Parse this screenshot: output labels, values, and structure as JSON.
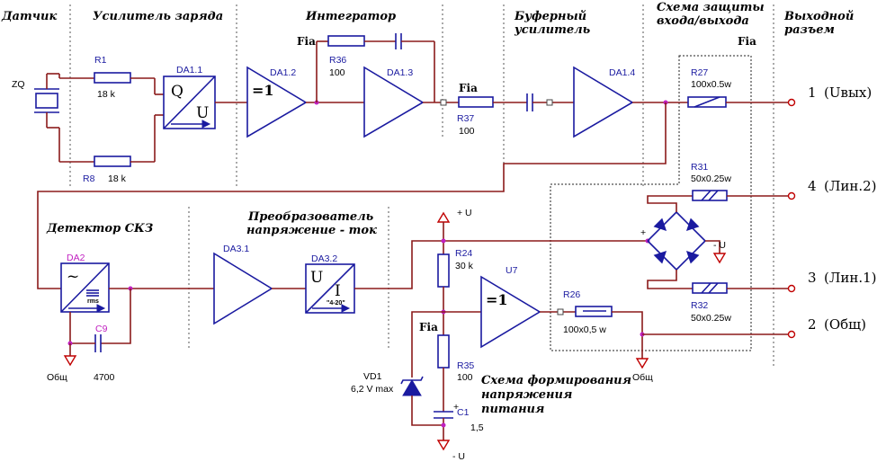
{
  "sections": {
    "sensor": "Датчик",
    "charge_amp": "Усилитель заряда",
    "integrator": "Интегратор",
    "buffer_1": "Буферный",
    "buffer_2": "усилитель",
    "protection_1": "Схема защиты",
    "protection_2": "входа/выхода",
    "connector_1": "Выходной",
    "connector_2": "разъем",
    "detector": "Детектор СКЗ",
    "converter_1": "Преобразователь",
    "converter_2": "напряжение - ток",
    "power_1": "Схема формирования",
    "power_2": "напряжения",
    "power_3": "питания"
  },
  "fia_marks": {
    "integrator": "Fia",
    "buffer": "Fia",
    "protection": "Fia",
    "power": "Fia"
  },
  "components": {
    "zq": "ZQ",
    "r1": "R1",
    "r1_val": "18 k",
    "r8": "R8",
    "r8_val": "18 k",
    "da1_1": "DA1.1",
    "da1_1_in": "Q",
    "da1_1_out": "U",
    "da1_2": "DA1.2",
    "da1_2_sym": "=1",
    "r36": "R36",
    "r36_val": "100",
    "da1_3": "DA1.3",
    "r37": "R37",
    "r37_val": "100",
    "da1_4": "DA1.4",
    "r27": "R27",
    "r27_val": "100x0.5w",
    "r31": "R31",
    "r31_val": "50x0.25w",
    "r32": "R32",
    "r32_val": "50x0.25w",
    "da2": "DA2",
    "da2_sym": "~",
    "da2_rms": "rms",
    "c9": "C9",
    "c9_val": "4700",
    "da3_1": "DA3.1",
    "da3_2": "DA3.2",
    "da3_2_in": "U",
    "da3_2_out": "I",
    "da3_2_range": "\"4-20\"",
    "r24": "R24",
    "r24_val": "30 k",
    "u7": "U7",
    "u7_sym": "=1",
    "r26": "R26",
    "r26_val": "100x0,5 w",
    "r35": "R35",
    "r35_val": "100",
    "vd1": "VD1",
    "vd1_val": "6,2 V max",
    "c1": "C1",
    "c1_val": "1,5",
    "plus": "+",
    "plus2": "+"
  },
  "rails": {
    "plus_u": "+ U",
    "minus_u": "- U",
    "minus_u_bridge": "- U",
    "gnd_detector": "Общ",
    "gnd_protection": "Общ"
  },
  "pins": [
    {
      "number": "1",
      "label": "(Uвых)"
    },
    {
      "number": "4",
      "label": "(Лин.2)"
    },
    {
      "number": "3",
      "label": "(Лин.1)"
    },
    {
      "number": "2",
      "label": "(Общ)"
    }
  ]
}
